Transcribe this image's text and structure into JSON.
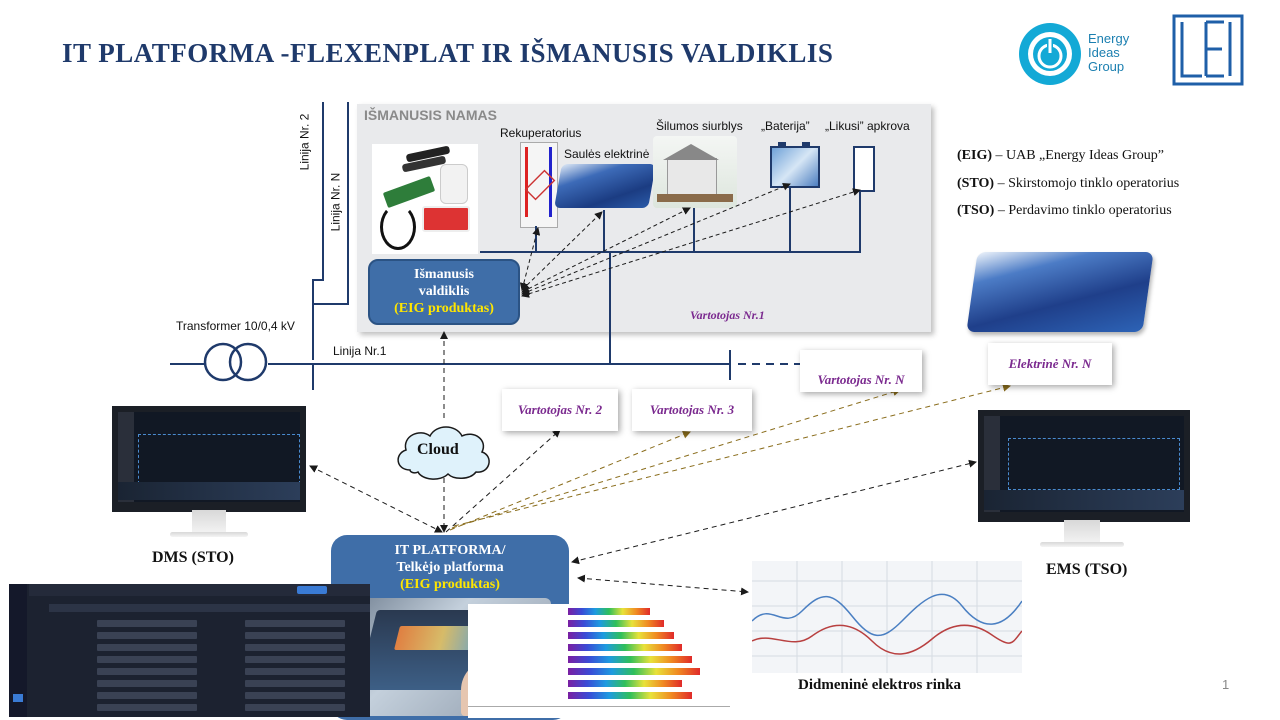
{
  "title": "IT PLATFORMA -FLEXENPLAT IR IŠMANUSIS VALDIKLIS",
  "logos": {
    "eig_line1": "Energy",
    "eig_line2": "Ideas",
    "eig_line3": "Group",
    "eig_icon": "power-icon",
    "lei_text": "LEI"
  },
  "house": {
    "title": "IŠMANUSIS NAMAS",
    "rekuperatorius": "Rekuperatorius",
    "saules": "Saulės elektrinė",
    "silumos": "Šilumos siurblys",
    "baterija": "„Baterija”",
    "likusi": "„Likusi” apkrova",
    "vartotojas1": "Vartotojas Nr.1"
  },
  "controller": {
    "line1": "Išmanusis",
    "line2": "valdiklis",
    "line3": "(EIG produktas)"
  },
  "lines": {
    "linija2": "Linija Nr. 2",
    "linijaN": "Linija Nr. N",
    "linija1": "Linija Nr.1",
    "transformer": "Transformer 10/0,4 kV"
  },
  "legend": [
    {
      "abbr": "(EIG)",
      "text": "– UAB „Energy Ideas Group”"
    },
    {
      "abbr": "(STO)",
      "text": "– Skirstomojo tinklo operatorius"
    },
    {
      "abbr": "(TSO)",
      "text": "– Perdavimo tinklo operatorius"
    }
  ],
  "consumers": {
    "v2": "Vartotojas Nr. 2",
    "v3": "Vartotojas Nr. 3",
    "vN": "Vartotojas Nr. N",
    "elektrine": "Elektrinė Nr. N"
  },
  "cloud": "Cloud",
  "platform": {
    "line1": "IT PLATFORMA/",
    "line2": "Telkėjo platforma",
    "line3": "(EIG produktas)"
  },
  "dms": "DMS (STO)",
  "ems": "EMS (TSO)",
  "market": "Didmeninė elektros rinka",
  "page_number": "1",
  "colors": {
    "title": "#1f3a6b",
    "box_blue": "#3f6ea8",
    "highlight": "#ffe600",
    "consumer_text": "#7b2a8f",
    "grid_line": "#1f3a6b"
  }
}
